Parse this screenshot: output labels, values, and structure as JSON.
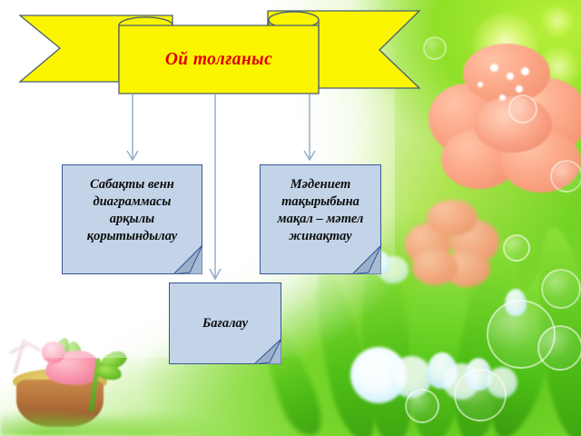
{
  "slide": {
    "title_banner": {
      "label": "Ой толғаныс",
      "ribbon_color": "#fbf500",
      "ribbon_border": "#4a5f6e",
      "text_color": "#dd0000"
    },
    "nodes": [
      {
        "id": "venn-summary",
        "label": "Сабақты венн диаграммасы арқылы қорытындылау",
        "fill": "#c3d4e8",
        "border": "#36588f"
      },
      {
        "id": "proverb-collection",
        "label": "Мәдениет тақырыбына мақал – мәтел жинақтау",
        "fill": "#c3d4e8",
        "border": "#36588f"
      },
      {
        "id": "assessment",
        "label": "Бағалау",
        "fill": "#c3d4e8",
        "border": "#36588f"
      }
    ],
    "connectors": {
      "count": 3,
      "color": "#8fa9c6",
      "arrowhead": "v-chevron"
    },
    "background": {
      "theme": "spring-nature",
      "elements": [
        "pink-flower",
        "green-leaves",
        "lily-of-the-valley",
        "bird-on-stump",
        "bokeh-bubbles",
        "green-meadow"
      ],
      "accent_green": "#74d425",
      "flower_pink": "#f8a385"
    }
  }
}
